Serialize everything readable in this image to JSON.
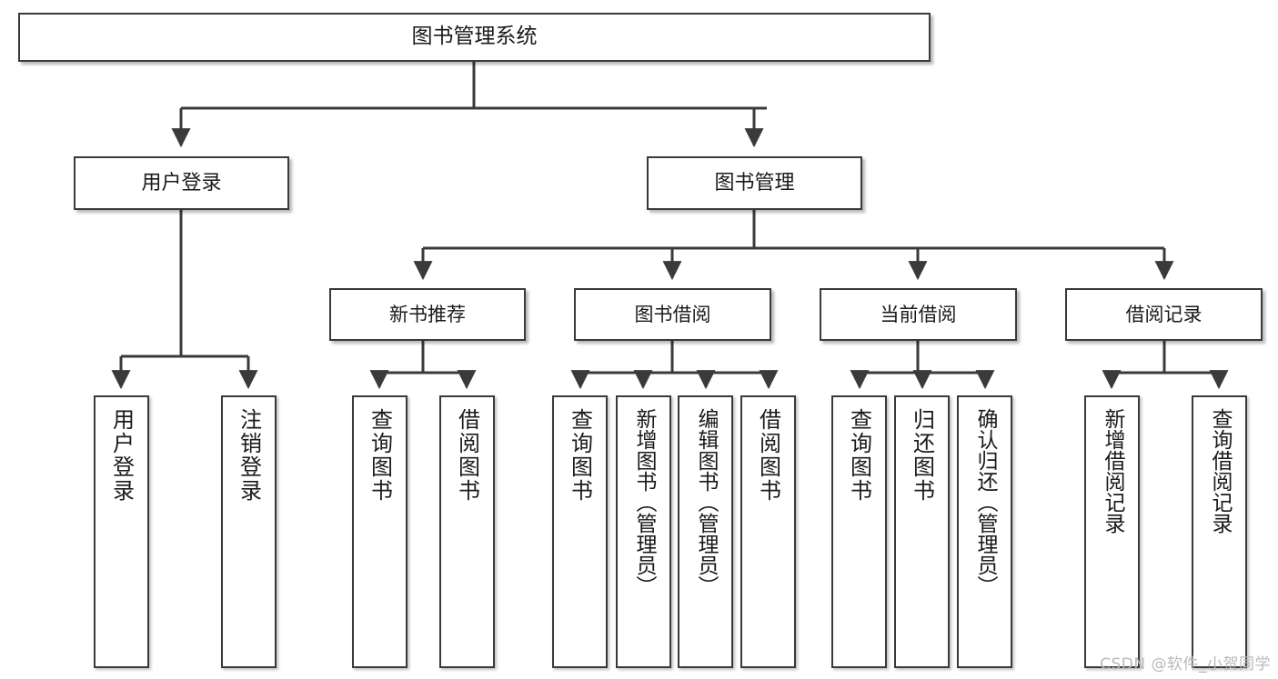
{
  "diagram": {
    "title": "图书管理系统",
    "type": "tree",
    "watermark": "CSDN @软件_小贺同学",
    "colors": {
      "box_border": "#3a3a3a",
      "box_fill": "#ffffff",
      "edge": "#3a3a3a",
      "text": "#1a1a1a",
      "watermark": "#b9b9b9"
    },
    "nodes": {
      "root": {
        "label": "图书管理系统"
      },
      "level1": [
        {
          "id": "user-login",
          "label": "用户登录"
        },
        {
          "id": "book-manage",
          "label": "图书管理"
        }
      ],
      "level2": [
        {
          "id": "new-book-rec",
          "label": "新书推荐"
        },
        {
          "id": "book-borrow",
          "label": "图书借阅"
        },
        {
          "id": "current-borrow",
          "label": "当前借阅"
        },
        {
          "id": "borrow-record",
          "label": "借阅记录"
        }
      ],
      "leaves": {
        "user-login": [
          {
            "id": "leaf-user-login",
            "label": "用户登录"
          },
          {
            "id": "leaf-user-logout",
            "label": "注销登录"
          }
        ],
        "new-book-rec": [
          {
            "id": "leaf-query-book-1",
            "label": "查询图书"
          },
          {
            "id": "leaf-borrow-book-1",
            "label": "借阅图书"
          }
        ],
        "book-borrow": [
          {
            "id": "leaf-query-book-2",
            "label": "查询图书"
          },
          {
            "id": "leaf-add-book",
            "label": "新增图书（管理员）"
          },
          {
            "id": "leaf-edit-book",
            "label": "编辑图书（管理员）"
          },
          {
            "id": "leaf-borrow-book-2",
            "label": "借阅图书"
          }
        ],
        "current-borrow": [
          {
            "id": "leaf-query-book-3",
            "label": "查询图书"
          },
          {
            "id": "leaf-return-book",
            "label": "归还图书"
          },
          {
            "id": "leaf-confirm-return",
            "label": "确认归还（管理员）"
          }
        ],
        "borrow-record": [
          {
            "id": "leaf-add-record",
            "label": "新增借阅记录"
          },
          {
            "id": "leaf-query-record",
            "label": "查询借阅记录"
          }
        ]
      }
    }
  }
}
